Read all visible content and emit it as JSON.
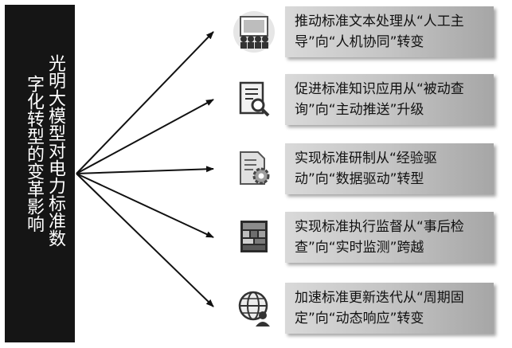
{
  "central": {
    "lines": [
      "光明大模型对电力标准数",
      "字化转型的变革影响"
    ]
  },
  "items": [
    {
      "text": "推动标准文本处理从“人工主导”向“人机协同”转变",
      "icon": "presentation-audience-icon"
    },
    {
      "text": "促进标准知识应用从“被动查询”向“主动推送”升级",
      "icon": "document-search-icon"
    },
    {
      "text": "实现标准研制从“经验驱动”向“数据驱动”转型",
      "icon": "document-gear-icon"
    },
    {
      "text": "实现标准执行监督从“事后检查”向“实时监测”跨越",
      "icon": "monitor-dashboard-icon"
    },
    {
      "text": "加速标准更新迭代从“周期固定”向“动态响应”转变",
      "icon": "globe-user-icon"
    }
  ],
  "colors": {
    "panel": "#151515",
    "box_light": "#d9d9d9",
    "box_dark": "#a6a6a6",
    "arrow": "#111111"
  }
}
